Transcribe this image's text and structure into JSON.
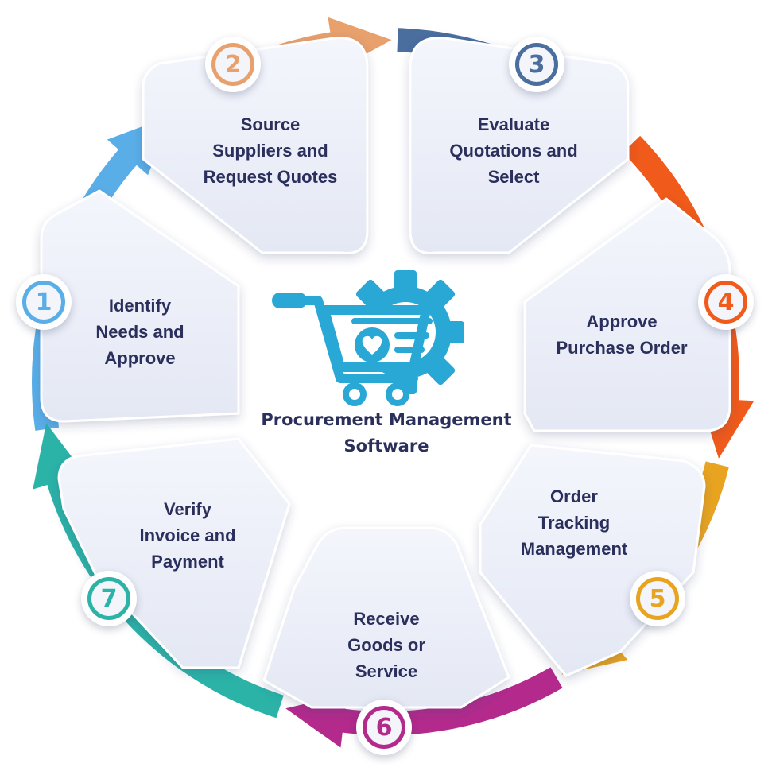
{
  "center": {
    "title_line1": "Procurement Management",
    "title_line2": "Software",
    "icon": "shopping-cart-gear-icon",
    "icon_color": "#29a8d6"
  },
  "steps": [
    {
      "number": "1",
      "lines": [
        "Identify",
        "Needs and",
        "Approve"
      ],
      "color": "#5aaee8"
    },
    {
      "number": "2",
      "lines": [
        "Source",
        "Suppliers and",
        "Request Quotes"
      ],
      "color": "#e8a06c"
    },
    {
      "number": "3",
      "lines": [
        "Evaluate",
        "Quotations and",
        "Select"
      ],
      "color": "#4a6e9e"
    },
    {
      "number": "4",
      "lines": [
        "Approve",
        "Purchase Order"
      ],
      "color": "#f05a1a"
    },
    {
      "number": "5",
      "lines": [
        "Order",
        "Tracking",
        "Management"
      ],
      "color": "#e8a420"
    },
    {
      "number": "6",
      "lines": [
        "Receive",
        "Goods or",
        "Service"
      ],
      "color": "#b32a8c"
    },
    {
      "number": "7",
      "lines": [
        "Verify",
        "Invoice and",
        "Payment"
      ],
      "color": "#2bb3a8"
    }
  ]
}
